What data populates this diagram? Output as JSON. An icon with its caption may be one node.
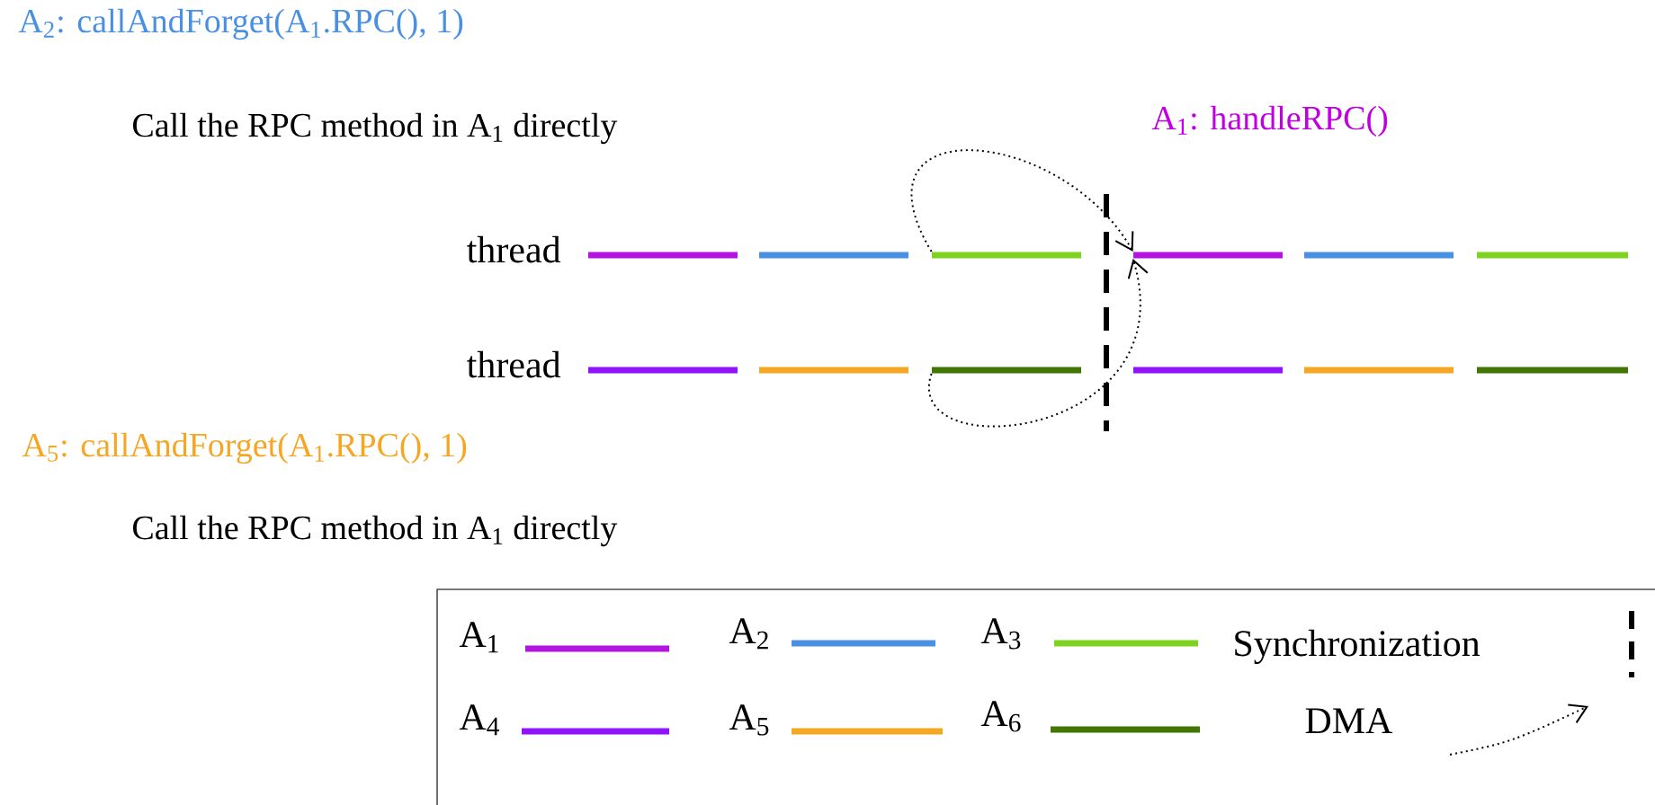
{
  "diagram": {
    "nodes": [
      {
        "text": [],
        "shape": "bar"
      },
      {
        "text": [],
        "shape": "bar"
      },
      {
        "text": [],
        "shape": "bar"
      },
      {
        "text": [],
        "shape": "bar"
      },
      {
        "text": [],
        "shape": "bar"
      },
      {
        "text": [],
        "shape": "bar"
      },
      {
        "text": [],
        "shape": "bar"
      },
      {
        "text": [],
        "shape": "bar"
      },
      {
        "text": [],
        "shape": "bar"
      },
      {
        "text": [],
        "shape": "bar"
      },
      {
        "text": [],
        "shape": "bar"
      },
      {
        "text": [],
        "shape": "bar"
      }
    ],
    "edges": [
      {
        "from": 2,
        "to": 3,
        "arrow": "to"
      },
      {
        "from": 8,
        "to": 3,
        "arrow": "to"
      }
    ],
    "labels": [
      "A$_{2}$: callAndForget(A$_{1}$.RPC(), 1)",
      "Call the RPC method in A$_{1}$ directly",
      "A$_{1}$: handleRPC()",
      "thread",
      "thread",
      "A$_{5}$: callAndForget(A$_{1}$.RPC(), 1)",
      "Call the RPC method in A$_{1}$ directly"
    ],
    "legend": [
      {
        "text": "A$_{1}$",
        "color": "#b414e0"
      },
      {
        "text": "A$_{2}$",
        "color": "#4a90e2"
      },
      {
        "text": "A$_{3}$",
        "color": "#7ed321"
      },
      {
        "text": "Synchronization"
      },
      {
        "text": "A$_{4}$",
        "color": "#9013fe"
      },
      {
        "text": "A$_{5}$",
        "color": "#f5a623"
      },
      {
        "text": "A$_{6}$",
        "color": "#417505"
      },
      {
        "text": "DMA"
      }
    ]
  }
}
